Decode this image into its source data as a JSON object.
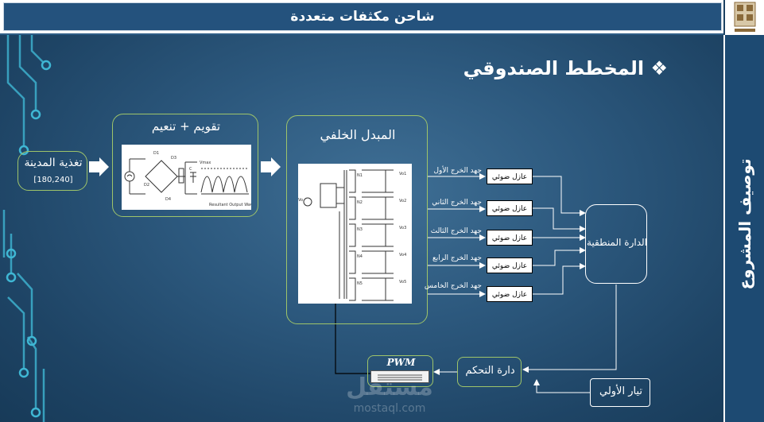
{
  "header": {
    "title": "شاحن مكثفات متعددة"
  },
  "sidebar": {
    "title": "توصيف المشروع"
  },
  "slide": {
    "heading": "المخطط الصندوقي",
    "bullet": "❖"
  },
  "blocks": {
    "city_supply": {
      "label": "تغذية المدينة",
      "range": "[180,240]"
    },
    "rectifier": {
      "label": "تقويم + تنعيم"
    },
    "flyback": {
      "label": "المبدل الخلفي"
    },
    "logic": {
      "label": "الدارة المنطقية"
    },
    "control": {
      "label": "دارة التحكم"
    },
    "pwm": {
      "label": "PWM"
    },
    "current": {
      "label": "تيار الأولي"
    }
  },
  "outputs": [
    {
      "voltage_label": "جهد الخرج الأول",
      "opto_label": "عازل ضوئي"
    },
    {
      "voltage_label": "جهد الخرج الثاني",
      "opto_label": "عازل ضوئي"
    },
    {
      "voltage_label": "جهد الخرج الثالث",
      "opto_label": "عازل ضوئي"
    },
    {
      "voltage_label": "جهد الخرج الرابع",
      "opto_label": "عازل ضوئي"
    },
    {
      "voltage_label": "جهد الخرج الخامس",
      "opto_label": "عازل ضوئي"
    }
  ],
  "watermark": {
    "brand": "مستقل",
    "url": "mostaql.com"
  },
  "colors": {
    "accent_green": "#9ec46a",
    "title_bar": "#24527d",
    "circuit": "#3fb7d4"
  }
}
